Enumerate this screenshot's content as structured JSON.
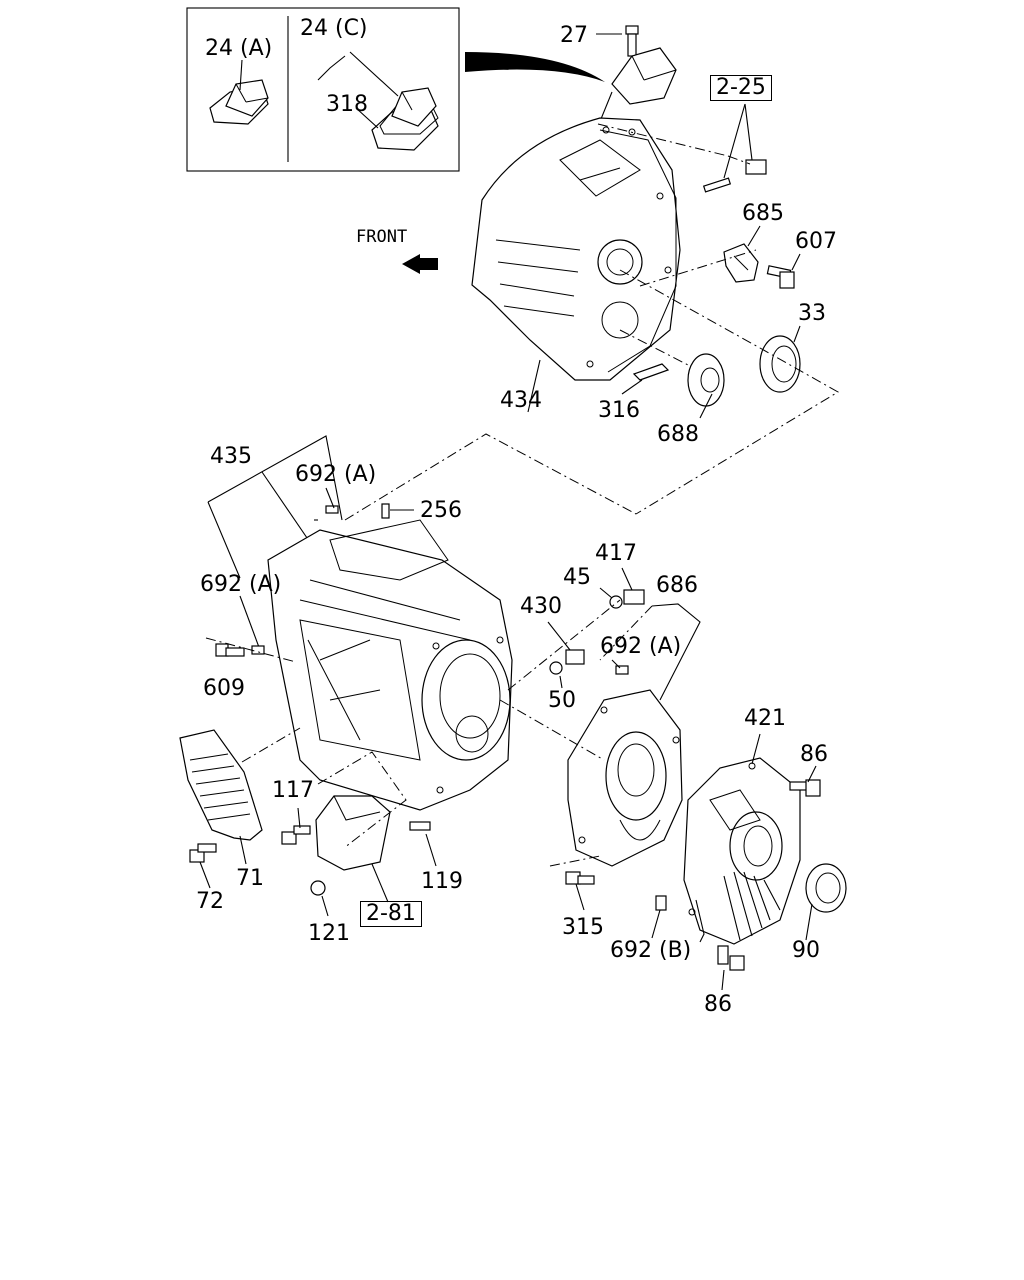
{
  "labels": {
    "l24a": "24 (A)",
    "l24c": "24 (C)",
    "l318": "318",
    "l27": "27",
    "ref225": "2-25",
    "front": "FRONT",
    "l685": "685",
    "l607": "607",
    "l33": "33",
    "l434": "434",
    "l316": "316",
    "l688": "688",
    "l435": "435",
    "l692a_1": "692 (A)",
    "l256": "256",
    "l692a_2": "692 (A)",
    "l609": "609",
    "l417": "417",
    "l45": "45",
    "l686": "686",
    "l430": "430",
    "l692a_3": "692 (A)",
    "l50": "50",
    "l421": "421",
    "l86a": "86",
    "l117": "117",
    "l71": "71",
    "l72": "72",
    "l119": "119",
    "l121": "121",
    "ref281": "2-81",
    "l315": "315",
    "l692b": "692 (B)",
    "l90": "90",
    "l86b": "86"
  }
}
